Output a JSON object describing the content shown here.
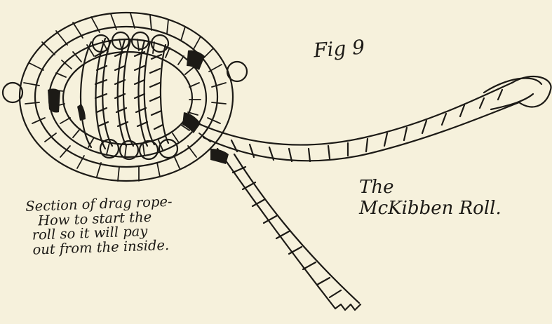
{
  "figure": {
    "number_label": "Fig 9",
    "title_lines": [
      "The",
      "McKibben Roll."
    ],
    "caption_lines": [
      "Section of drag rope-",
      "How to start the",
      "roll so it will pay",
      "out from the inside."
    ]
  },
  "colors": {
    "paper": "#f6f1dc",
    "ink": "#1c1a16"
  }
}
